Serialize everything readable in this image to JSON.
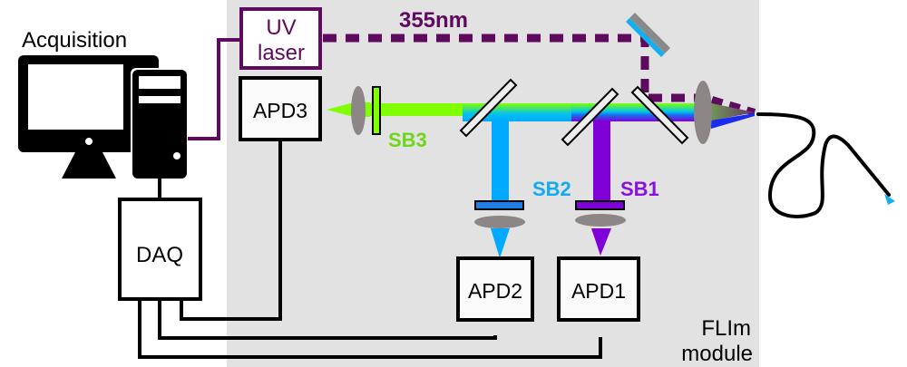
{
  "title": "FLIm system schematic",
  "labels": {
    "acquisition": "Acquisition",
    "uv_laser_line1": "UV",
    "uv_laser_line2": "laser",
    "wavelength": "355nm",
    "apd1": "APD1",
    "apd2": "APD2",
    "apd3": "APD3",
    "daq": "DAQ",
    "sb1": "SB1",
    "sb2": "SB2",
    "sb3": "SB3",
    "module_line1": "FLIm",
    "module_line2": "module"
  },
  "colors": {
    "module_bg": "#e2e2e2",
    "laser": "#5e0a5e",
    "sb1": "#8000d8",
    "sb2": "#00aaff",
    "sb3": "#80ff00",
    "sb3_text": "#6fd61a",
    "sb2_text": "#12aaf0",
    "sb1_text": "#8a10dc",
    "lens": "#8c8686",
    "mirror_grey": "#8a8a8a",
    "mirror_blue": "#12b0f0",
    "fiber_tip": "#12b0f0",
    "filter_sb2": "#1f7fe8"
  }
}
